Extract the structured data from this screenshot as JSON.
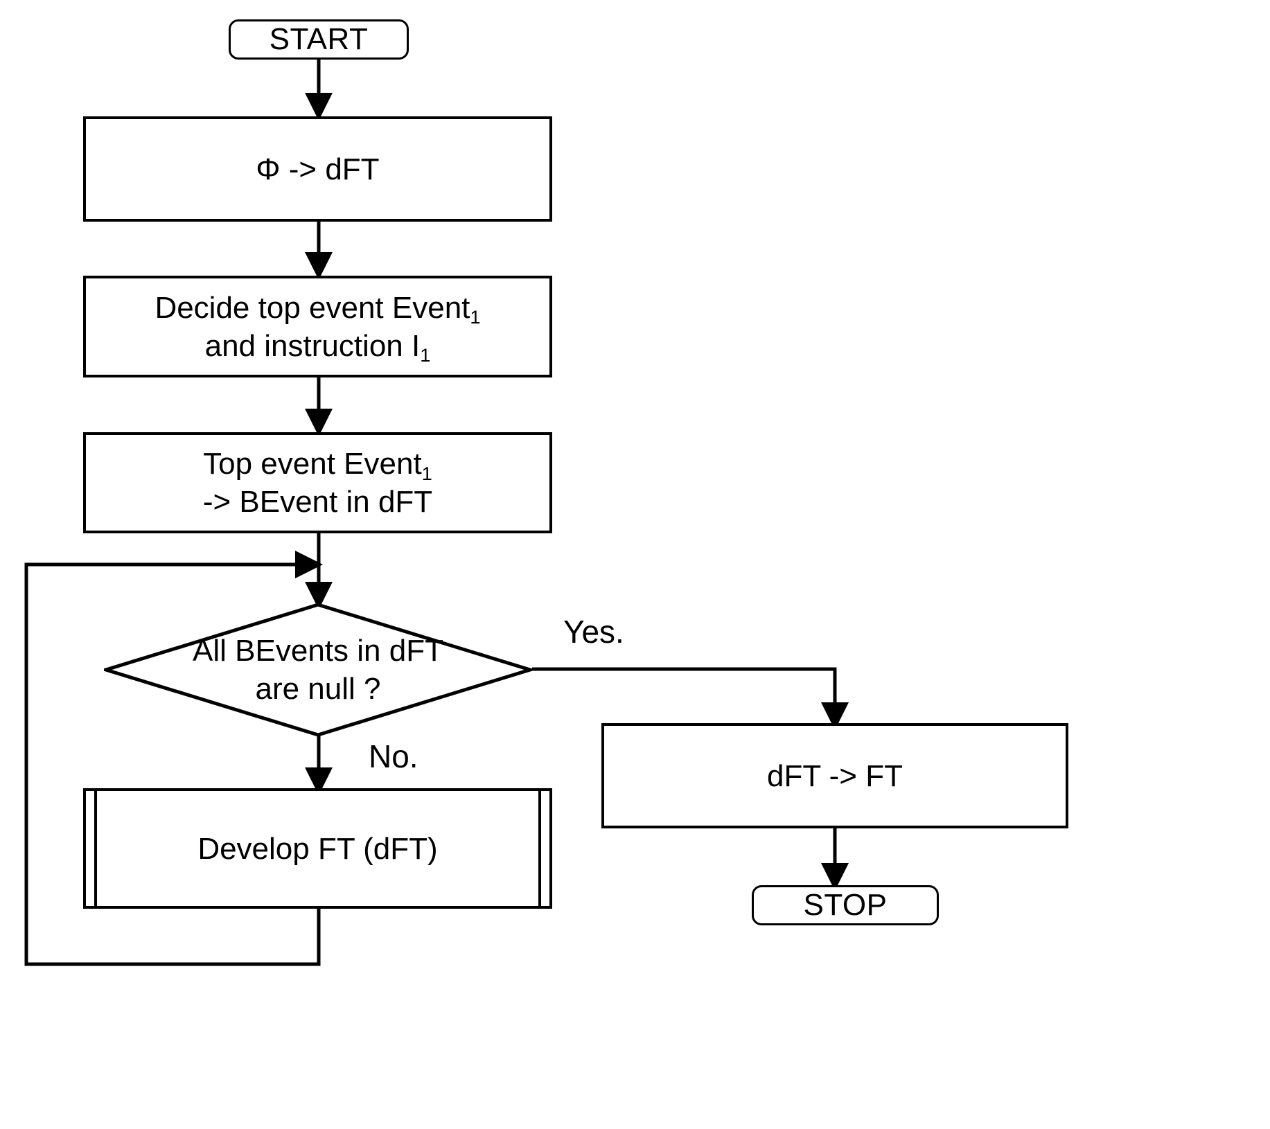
{
  "diagram": {
    "type": "flowchart",
    "orientation": "top-to-bottom",
    "background_color": "#ffffff",
    "line_color": "#000000",
    "text_color": "#000000"
  },
  "nodes": {
    "start": {
      "label": "START",
      "shape": "terminator"
    },
    "init_dft": {
      "label": "Φ -> dFT",
      "shape": "process"
    },
    "decide_top_event": {
      "line1_prefix": "Decide top event Event",
      "line1_sub": "1",
      "line2_prefix": "and instruction I",
      "line2_sub": "1",
      "shape": "process"
    },
    "top_event_to_bevent": {
      "line1_prefix": "Top event Event",
      "line1_sub": "1",
      "line2": "-> BEvent in dFT",
      "shape": "process"
    },
    "decision_all_bevents_null": {
      "line1": "All BEvents in dFT",
      "line2": "are null ?",
      "shape": "decision"
    },
    "develop_ft": {
      "label": "Develop FT (dFT)",
      "shape": "predefined-process"
    },
    "dft_to_ft": {
      "label": "dFT -> FT",
      "shape": "process"
    },
    "stop": {
      "label": "STOP",
      "shape": "terminator"
    }
  },
  "edge_labels": {
    "yes": "Yes.",
    "no": "No."
  }
}
